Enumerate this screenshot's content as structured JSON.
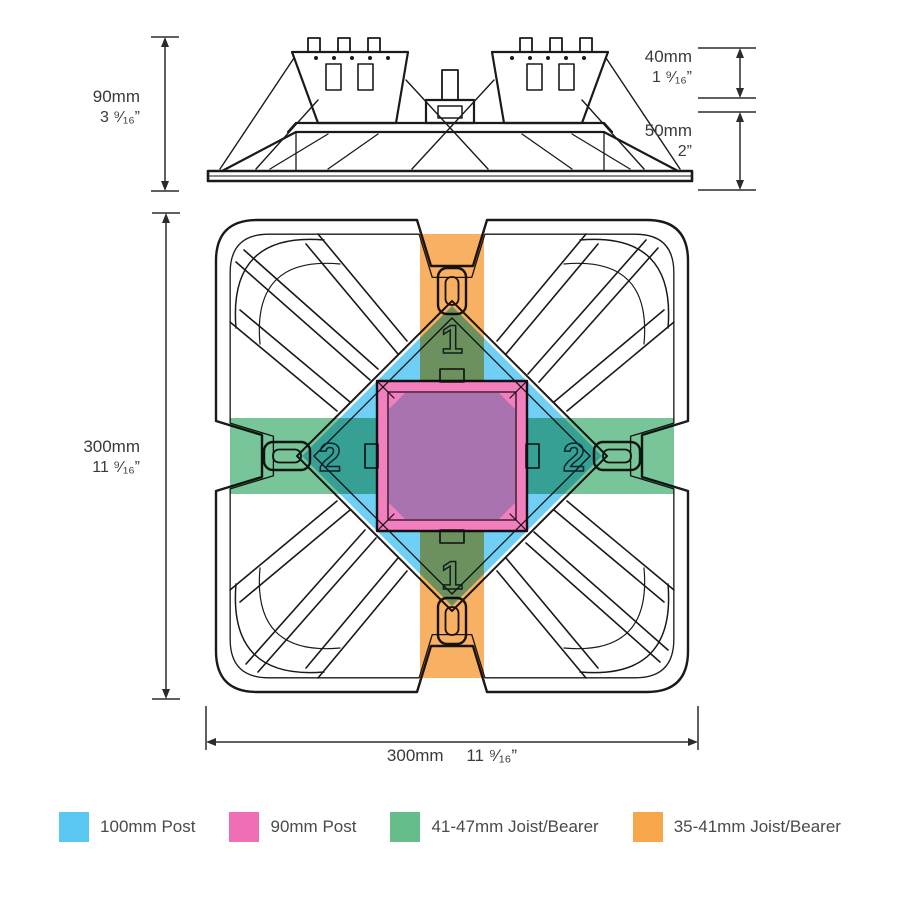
{
  "colors": {
    "post_100": "#5BC8F3",
    "post_90": "#F06EB5",
    "joist_41_47": "#66BD8C",
    "joist_35_41": "#F7A64C",
    "post_overlap": "#A6E1E8",
    "line": "#1a1a1a",
    "dim_text": "#3a3a3a"
  },
  "side_view": {
    "overall_height": {
      "metric": "90mm",
      "imperial": "3 ⁹⁄₁₆”"
    },
    "upper_height": {
      "metric": "40mm",
      "imperial": "1 ⁹⁄₁₆”"
    },
    "base_height": {
      "metric": "50mm",
      "imperial": "2”"
    }
  },
  "plan_view": {
    "width": {
      "metric": "300mm",
      "imperial": "11 ⁹⁄₁₆”"
    },
    "height": {
      "metric": "300mm",
      "imperial": "11 ⁹⁄₁₆”"
    },
    "molded_markers": {
      "top": "1",
      "bottom": "1",
      "left": "2",
      "right": "2"
    }
  },
  "legend": {
    "items": [
      {
        "label": "100mm Post",
        "color": "#5BC8F3"
      },
      {
        "label": "90mm Post",
        "color": "#F06EB5"
      },
      {
        "label": "41-47mm Joist/Bearer",
        "color": "#66BD8C"
      },
      {
        "label": "35-41mm Joist/Bearer",
        "color": "#F7A64C"
      }
    ]
  }
}
